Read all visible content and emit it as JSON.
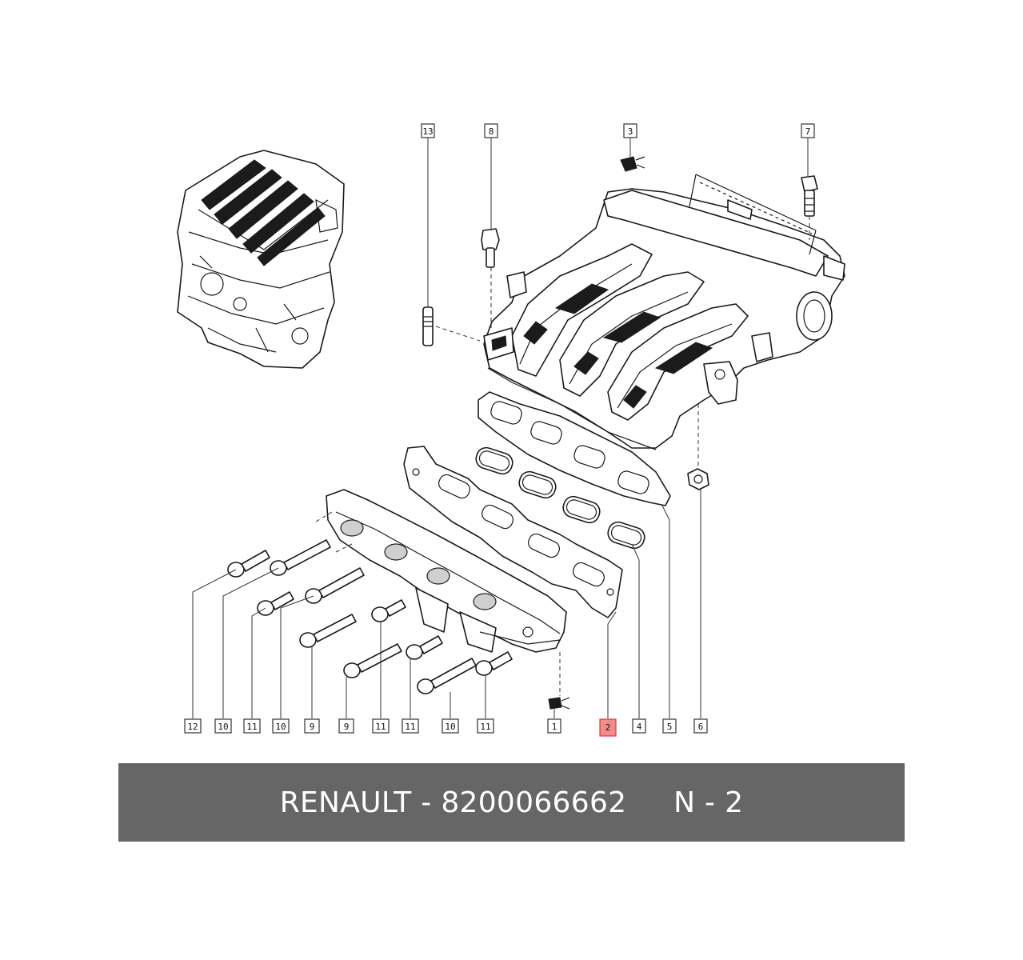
{
  "banner": {
    "text": "RENAULT - 8200066662     N - 2",
    "background": "#666666",
    "text_color": "#ffffff"
  },
  "highlight_color": "#f28b8b",
  "callouts_top": [
    "13",
    "8",
    "3",
    "7"
  ],
  "callouts_bottom": [
    "12",
    "10",
    "11",
    "10",
    "9",
    "9",
    "11",
    "11",
    "10",
    "11",
    "1",
    "2",
    "4",
    "5",
    "6"
  ],
  "highlighted_callout": "2"
}
